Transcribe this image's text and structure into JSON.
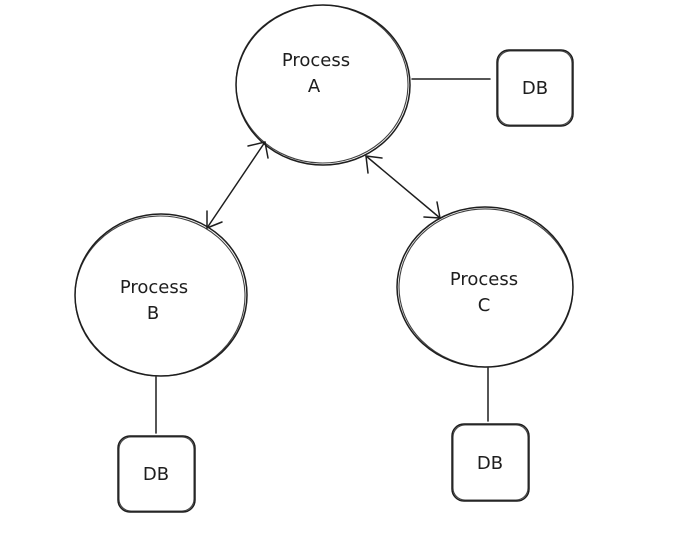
{
  "diagram": {
    "process_a": {
      "line1": "Process",
      "line2": "A"
    },
    "process_b": {
      "line1": "Process",
      "line2": "B"
    },
    "process_c": {
      "line1": "Process",
      "line2": "C"
    },
    "db_a": {
      "label": "DB"
    },
    "db_b": {
      "label": "DB"
    },
    "db_c": {
      "label": "DB"
    }
  }
}
